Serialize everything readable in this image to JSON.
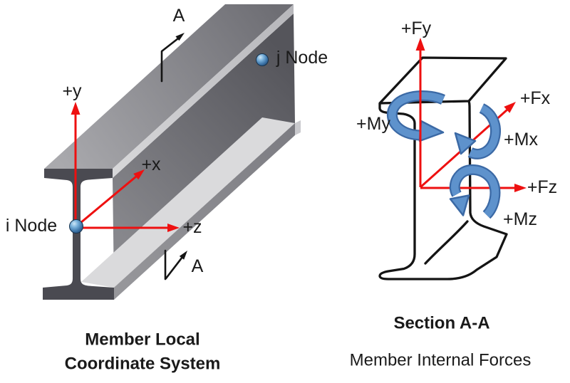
{
  "figure": {
    "background": "#ffffff",
    "left_panel": {
      "section_mark_top": "A",
      "section_mark_bottom": "A",
      "axis_y": "+y",
      "axis_x": "+x",
      "axis_z": "+z",
      "node_i": "i Node",
      "node_j": "j Node",
      "caption_line1": "Member Local",
      "caption_line2": "Coordinate System"
    },
    "right_panel": {
      "force_y": "+Fy",
      "force_x": "+Fx",
      "force_z": "+Fz",
      "moment_y": "+My",
      "moment_x": "+Mx",
      "moment_z": "+Mz",
      "caption_title": "Section A-A",
      "caption_subtitle": "Member Internal Forces"
    },
    "colors": {
      "axis_arrow_red": "#ee1010",
      "moment_arrow_fill": "#5e92cc",
      "moment_arrow_outline": "#3b69a5",
      "outline_black": "#141414",
      "node_sphere_blue": "#3f77ab",
      "beam_gray_dark": "#4a4a51",
      "beam_gray_mid": "#87878c",
      "beam_gray_light": "#d6d6d8",
      "text_black": "#1a1a1a"
    }
  }
}
